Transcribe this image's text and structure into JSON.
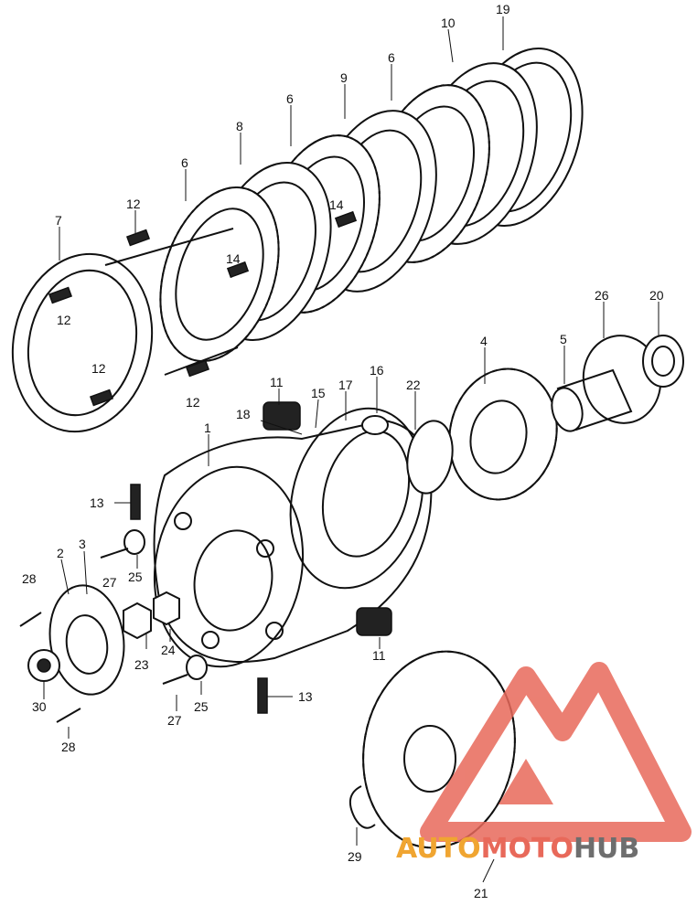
{
  "callouts": {
    "c1": "1",
    "c2": "2",
    "c3": "3",
    "c4": "4",
    "c5": "5",
    "c6a": "6",
    "c6b": "6",
    "c6c": "6",
    "c7": "7",
    "c8": "8",
    "c9": "9",
    "c10": "10",
    "c11a": "11",
    "c11b": "11",
    "c12a": "12",
    "c12b": "12",
    "c12c": "12",
    "c12d": "12",
    "c13a": "13",
    "c13b": "13",
    "c14a": "14",
    "c14b": "14",
    "c15": "15",
    "c16": "16",
    "c17": "17",
    "c18": "18",
    "c19": "19",
    "c20": "20",
    "c21": "21",
    "c22": "22",
    "c23": "23",
    "c24": "24",
    "c25a": "25",
    "c25b": "25",
    "c26": "26",
    "c27a": "27",
    "c27b": "27",
    "c28a": "28",
    "c28b": "28",
    "c29": "29",
    "c30": "30"
  },
  "watermark": {
    "text_auto": "AUTO",
    "text_moto": "MOTO",
    "text_hub": "HUB",
    "color_red": "#e8695a",
    "color_orange": "#f0a531",
    "color_gray": "#6e6e6e"
  }
}
